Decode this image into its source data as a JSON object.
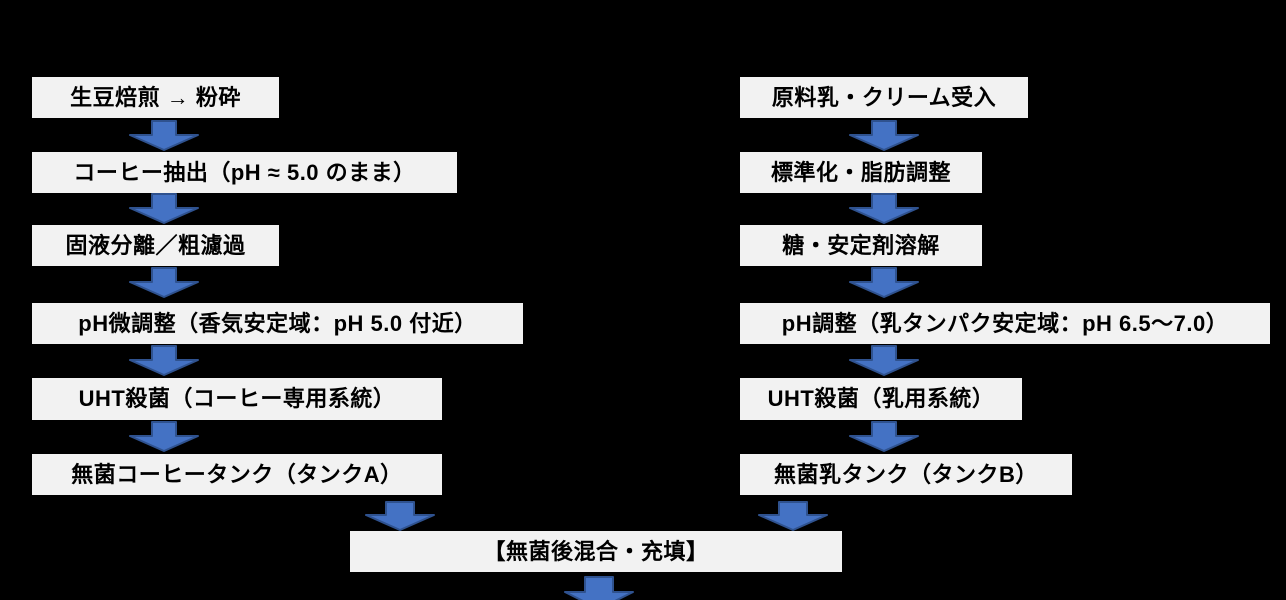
{
  "flow": {
    "left": {
      "steps": [
        "生豆焙煎 → 粉砕",
        "コーヒー抽出（pH ≈ 5.0 のまま）",
        "固液分離／粗濾過",
        "pH微調整（香気安定域：pH 5.0 付近）",
        "UHT殺菌（コーヒー専用系統）",
        "無菌コーヒータンク（タンクA）"
      ]
    },
    "right": {
      "steps": [
        "原料乳・クリーム受入",
        "標準化・脂肪調整",
        "糖・安定剤溶解",
        "pH調整（乳タンパク安定域：pH 6.5～7.0）",
        "UHT殺菌（乳用系統）",
        "無菌乳タンク（タンクB）"
      ]
    },
    "merge": {
      "label": "【無菌後混合・充填】"
    },
    "colors": {
      "background": "#000000",
      "box_background": "#F2F2F2",
      "text": "#000000",
      "arrow_fill": "#4472C4",
      "arrow_stroke": "#2F528F"
    }
  }
}
